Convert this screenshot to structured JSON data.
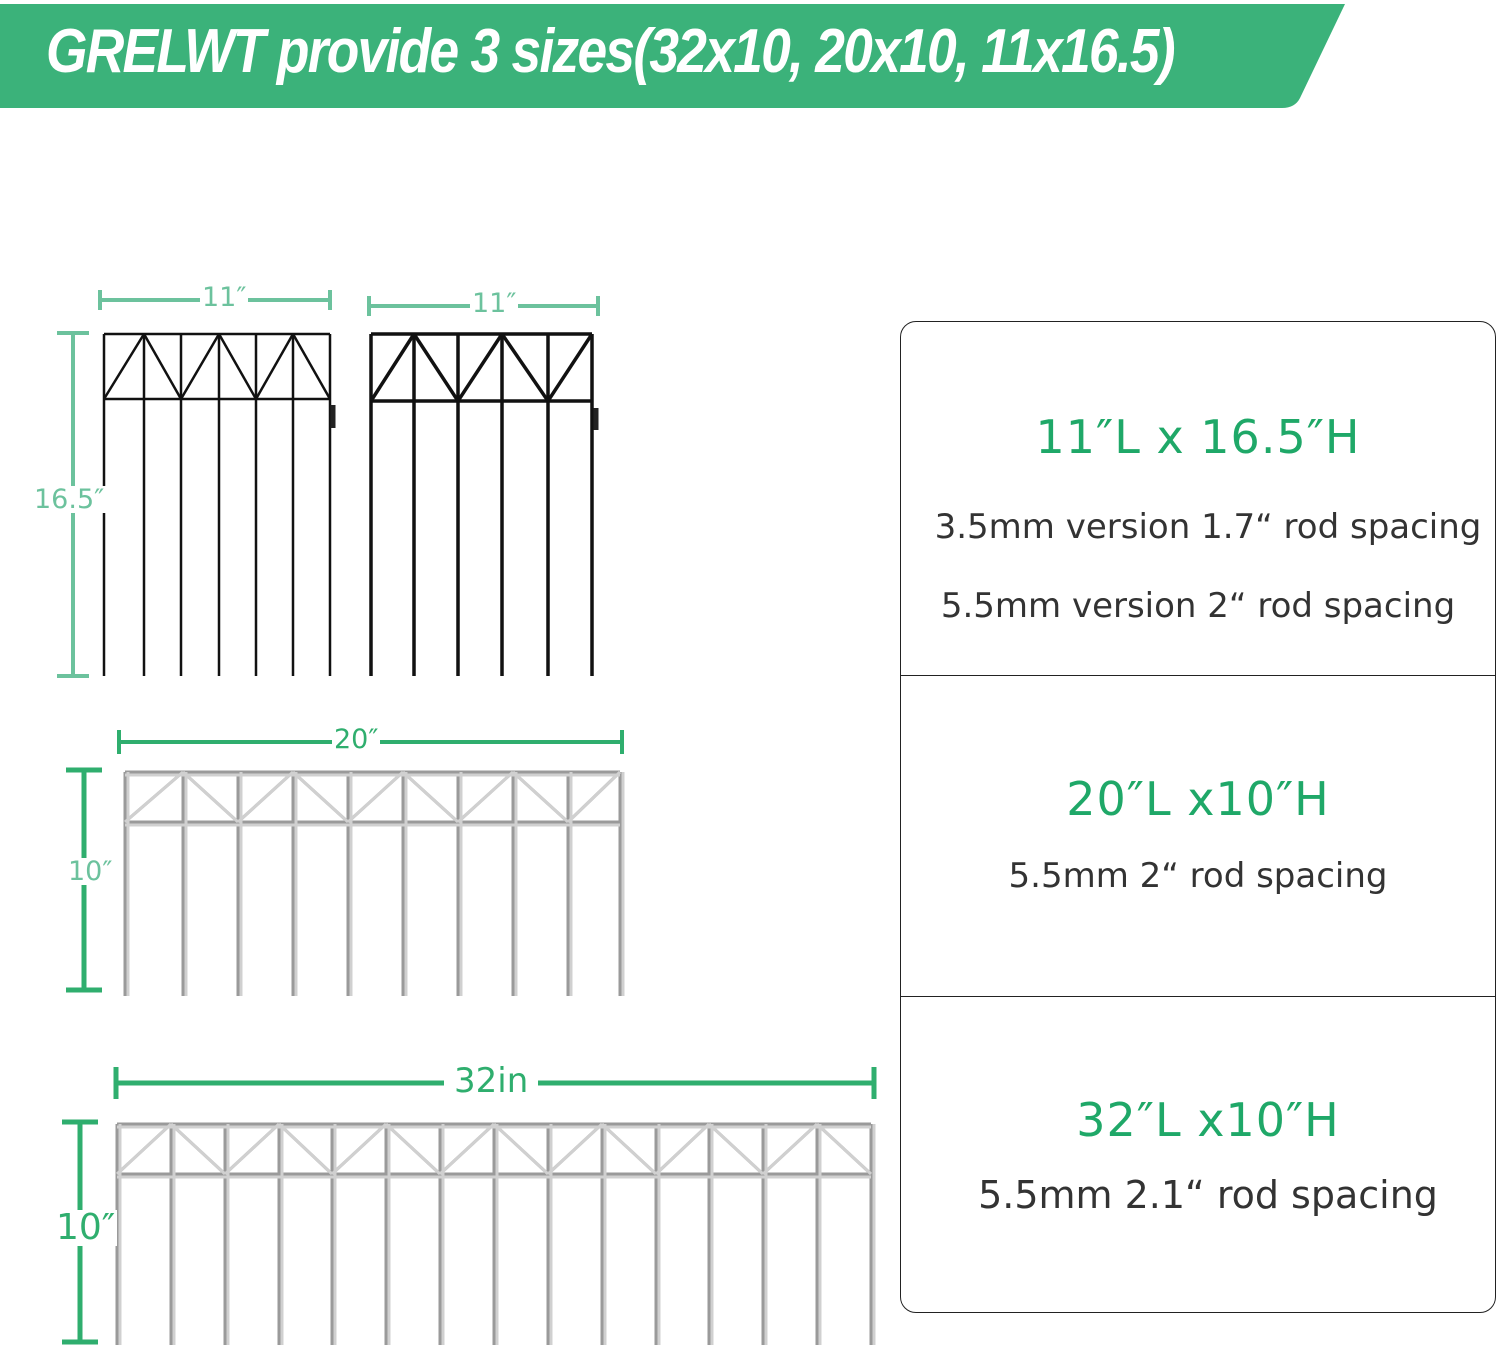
{
  "banner": {
    "title": "GRELWT provide 3 sizes(32x10, 20x10, 11x16.5)",
    "color": "#3bb27a"
  },
  "dimensions": {
    "small_width_a": "11″",
    "small_width_b": "11″",
    "small_height": "16.5″",
    "medium_width": "20″",
    "medium_height": "10″",
    "large_width": "32in",
    "large_height": "10″"
  },
  "specs": [
    {
      "title": "11″L x 16.5″H",
      "lines": [
        "3.5mm version 1.7“ rod spacing",
        "5.5mm version  2“ rod spacing"
      ]
    },
    {
      "title": "20″L x10″H",
      "lines": [
        "5.5mm 2“ rod spacing"
      ]
    },
    {
      "title": "32″L x10″H",
      "lines": [
        "5.5mm 2.1“ rod spacing"
      ]
    }
  ],
  "colors": {
    "accent": "#1fa868",
    "dim_light": "#6cc29d",
    "dim_dark": "#2fae6e",
    "black_fence": "#111111",
    "silver_fence": "#9a9a9a"
  }
}
